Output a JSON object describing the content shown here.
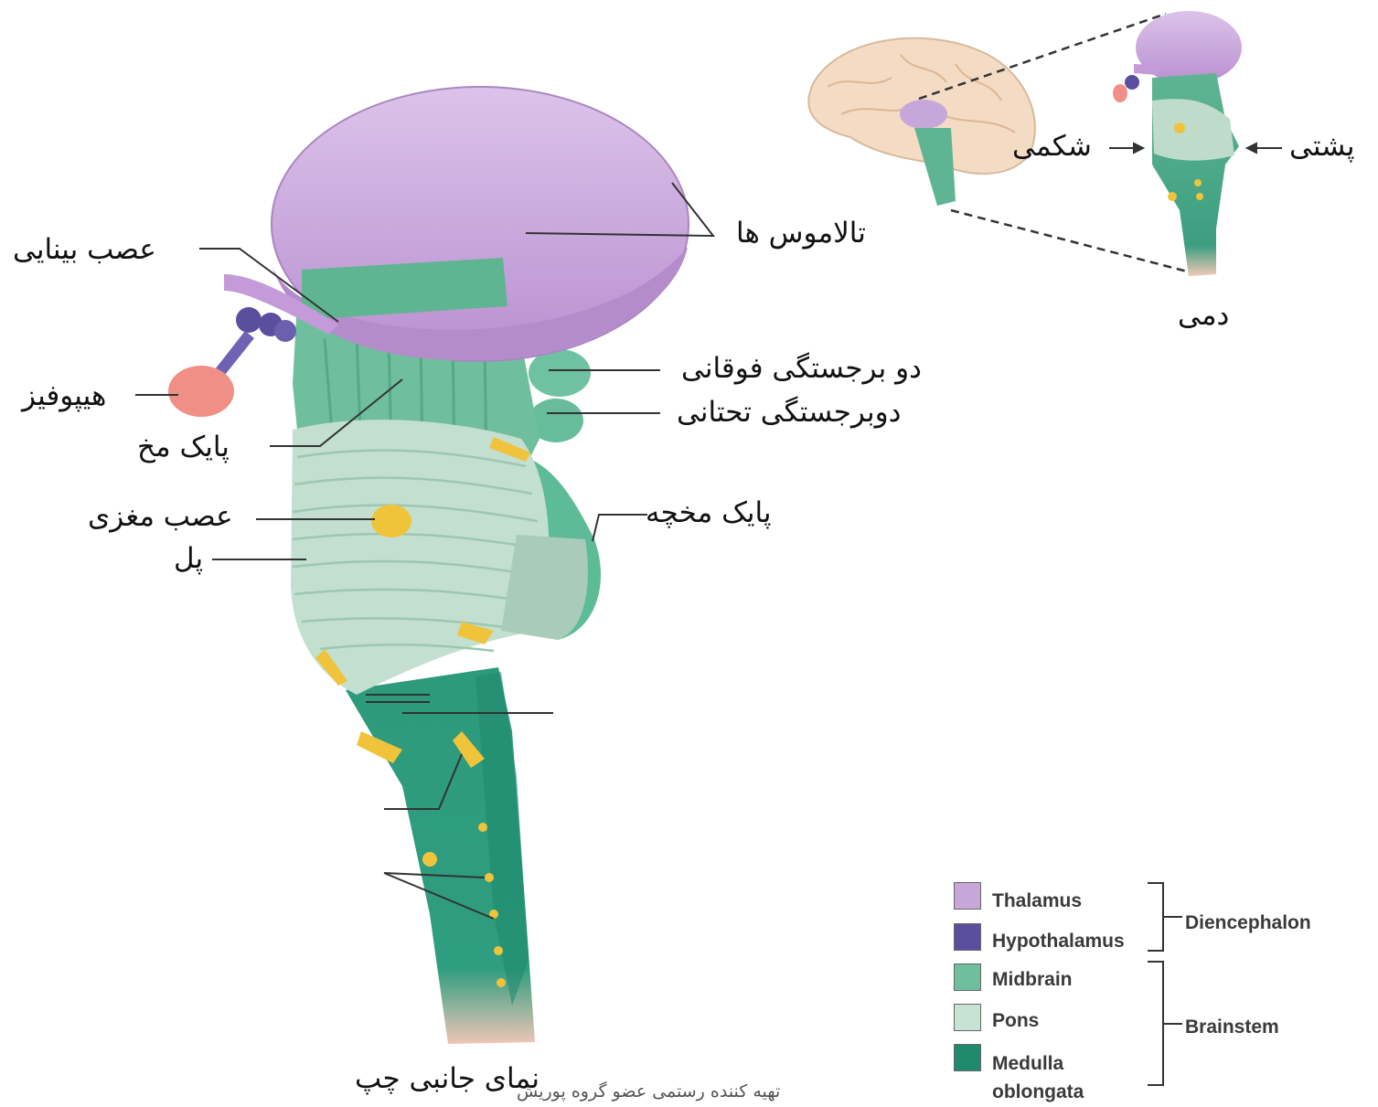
{
  "labels": {
    "thalamus": "تالاموس ها",
    "optic_nerve": "عصب بینایی",
    "hypophysis": "هیپوفیز",
    "superior_colliculus": "دو برجستگی فوقانی",
    "inferior_colliculus": "دوبرجستگی تحتانی",
    "cerebral_peduncle": "پایک مخ",
    "cranial_nerve": "عصب مغزی",
    "pons": "پل",
    "cerebellar_peduncle": "پایک مخچه",
    "dorsal": "پشتی",
    "ventral": "شکمی",
    "caudal": "دمی"
  },
  "caption": "نمای جانبی چپ",
  "credit": "تهیه کننده رستمی عضو گروه پوریش",
  "legend": {
    "items": [
      {
        "label": "Thalamus",
        "color": "#c7a6d9"
      },
      {
        "label": "Hypothalamus",
        "color": "#5a4f9e"
      },
      {
        "label": "Midbrain",
        "color": "#6fbf9e"
      },
      {
        "label": "Pons",
        "color": "#c6e3d3"
      },
      {
        "label": "Medulla",
        "color": "#1f8a6e"
      },
      {
        "label": "oblongata",
        "color": ""
      }
    ],
    "groups": [
      {
        "label": "Diencephalon"
      },
      {
        "label": "Brainstem"
      }
    ]
  },
  "colors": {
    "thalamus": "#c7a6d9",
    "hypothalamus": "#5a4f9e",
    "midbrain": "#6fbf9e",
    "pons": "#c6e3d3",
    "medulla": "#1f8a6e",
    "hypophysis": "#ef8f86",
    "nerve": "#f0c43a",
    "spinal": "#ecc7b8"
  }
}
